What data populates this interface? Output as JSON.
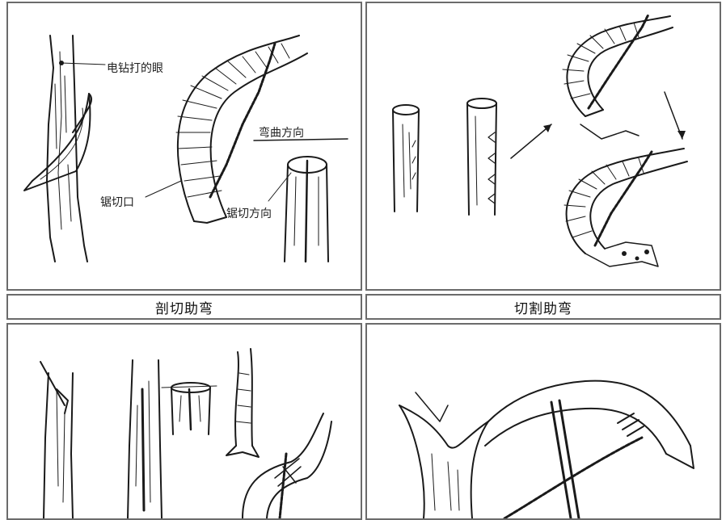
{
  "panels": {
    "top_left": {
      "caption": "剖切助弯",
      "labels": {
        "drill_hole": "电钻打的眼",
        "saw_cut": "锯切口",
        "bend_direction": "弯曲方向",
        "saw_direction": "锯切方向"
      }
    },
    "top_right": {
      "caption": "切割助弯"
    }
  },
  "colors": {
    "border": "#6b6b6b",
    "ink": "#1a1a1a",
    "background": "#ffffff"
  }
}
